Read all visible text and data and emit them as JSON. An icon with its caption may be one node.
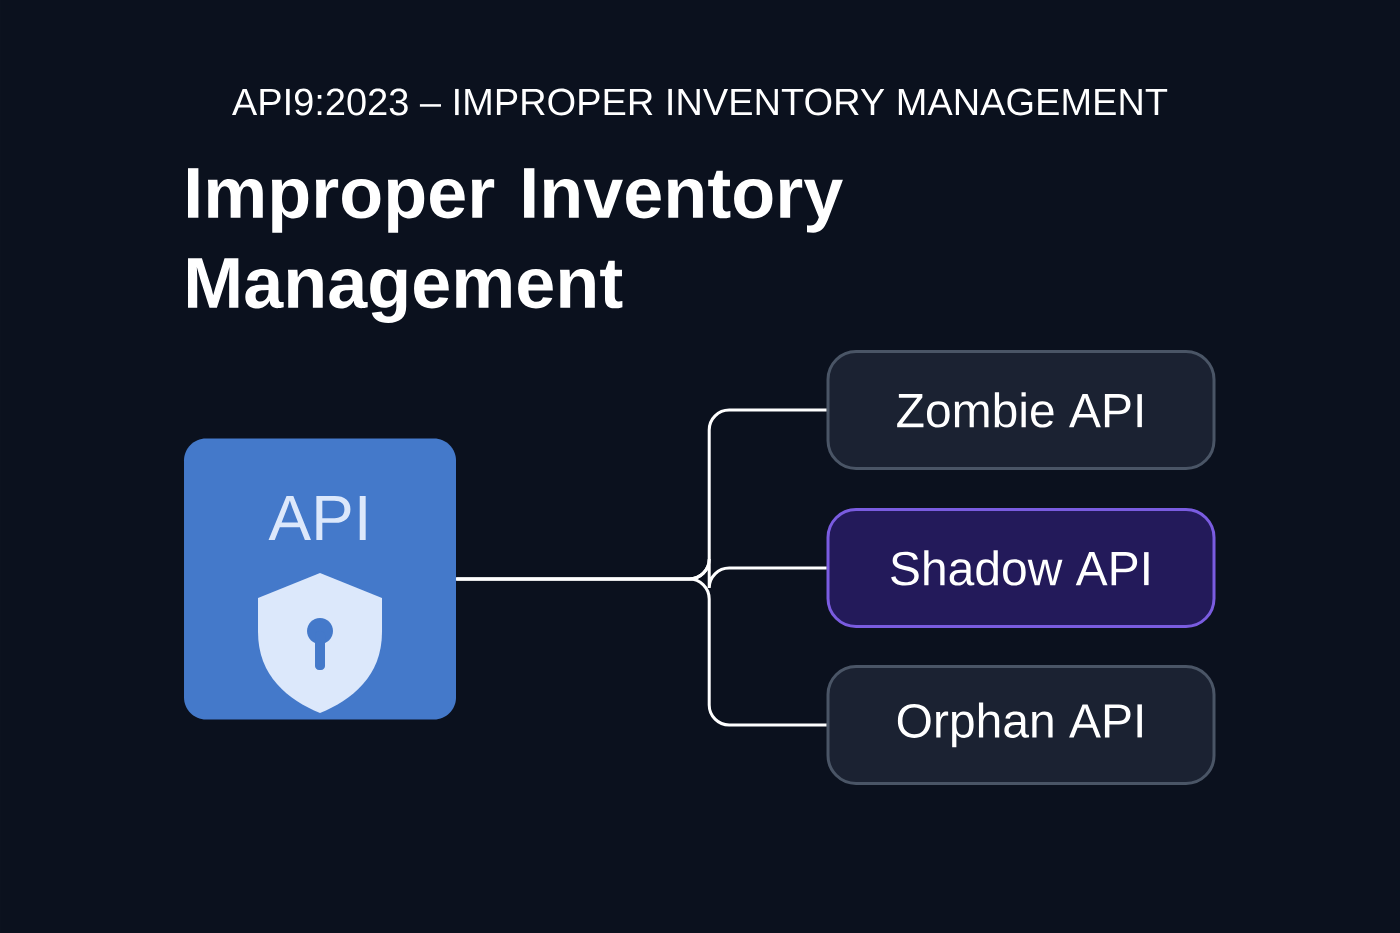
{
  "diagram": {
    "title": "API9:2023 – IMPROPER INVENTORY MANAGEMENT",
    "labels": [
      "Improper Inventory Management"
    ],
    "nodes": [
      {
        "text": [
          "API"
        ]
      },
      {
        "text": [
          "Zombie API"
        ]
      },
      {
        "text": [
          "Shadow API"
        ]
      },
      {
        "text": [
          "Orphan API"
        ]
      }
    ],
    "edges": [
      {
        "from": 0,
        "to": 1,
        "arrow": "none"
      },
      {
        "from": 0,
        "to": 2,
        "arrow": "none"
      },
      {
        "from": 0,
        "to": 3,
        "arrow": "none"
      }
    ]
  }
}
